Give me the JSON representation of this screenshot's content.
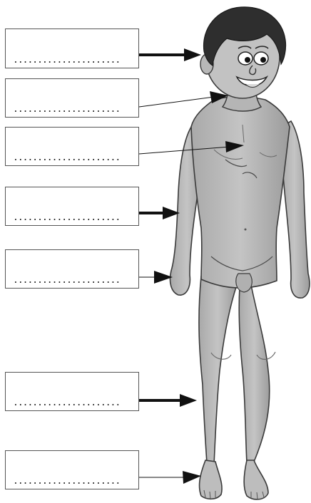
{
  "worksheet": {
    "answer_placeholder": "......................",
    "body_parts_labels": [
      {
        "key": "head",
        "text": "......................",
        "arrow": "thick"
      },
      {
        "key": "neck",
        "text": "......................",
        "arrow": "thin"
      },
      {
        "key": "chest",
        "text": "......................",
        "arrow": "thin"
      },
      {
        "key": "arm",
        "text": "......................",
        "arrow": "thick"
      },
      {
        "key": "hand",
        "text": "......................",
        "arrow": "thin"
      },
      {
        "key": "leg",
        "text": "......................",
        "arrow": "thick"
      },
      {
        "key": "foot",
        "text": "......................",
        "arrow": "thin"
      }
    ]
  },
  "colors": {
    "skin": "#b8b8b8",
    "skin_shadow": "#8f8f8f",
    "hair": "#2e2e2e",
    "outline": "#3a3a3a",
    "arrow": "#111111",
    "box_border": "#555555"
  }
}
